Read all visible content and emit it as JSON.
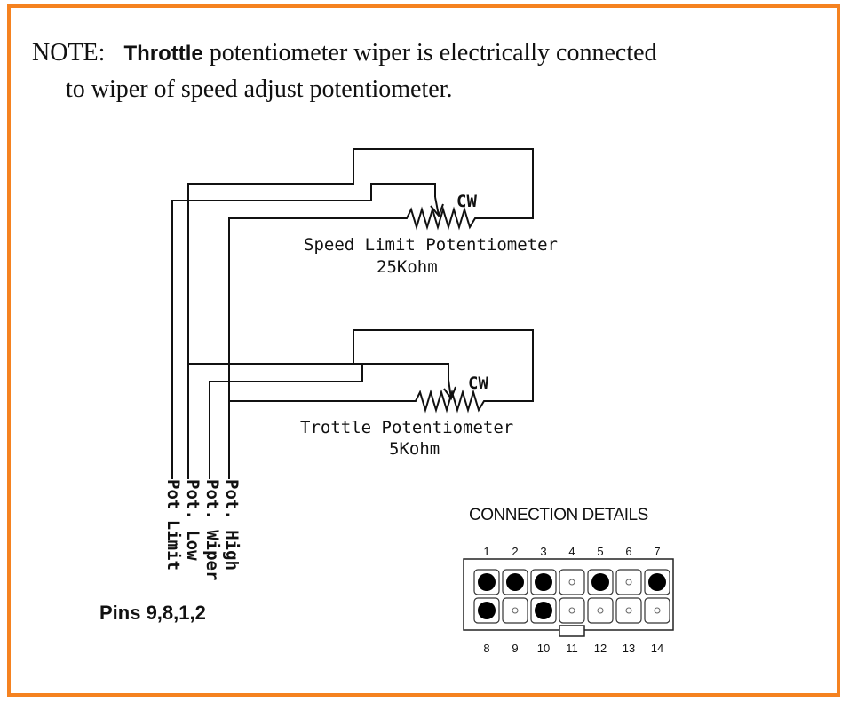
{
  "note": {
    "prefix": "NOTE:",
    "bold_word": "Throttle",
    "rest_line1": "potentiometer wiper is electrically connected",
    "line2": "to wiper of speed adjust potentiometer."
  },
  "speed_pot": {
    "name": "Speed Limit Potentiometer",
    "value": "25Kohm",
    "direction": "CW"
  },
  "throttle_pot": {
    "name": "Trottle Potentiometer",
    "value": "5Kohm",
    "direction": "CW"
  },
  "wire_labels": [
    "Pot Limit",
    "Pot. Low",
    "Pot. Wiper",
    "Pot. High"
  ],
  "pins_label": "Pins  9,8,1,2",
  "connector": {
    "title": "CONNECTION DETAILS",
    "top_numbers": [
      "1",
      "2",
      "3",
      "4",
      "5",
      "6",
      "7"
    ],
    "bottom_numbers": [
      "8",
      "9",
      "10",
      "11",
      "12",
      "13",
      "14"
    ],
    "top_filled": [
      true,
      true,
      true,
      false,
      true,
      false,
      true
    ],
    "bottom_filled": [
      true,
      false,
      true,
      false,
      false,
      false,
      false
    ]
  },
  "colors": {
    "border": "#f58220",
    "line": "#111111"
  }
}
